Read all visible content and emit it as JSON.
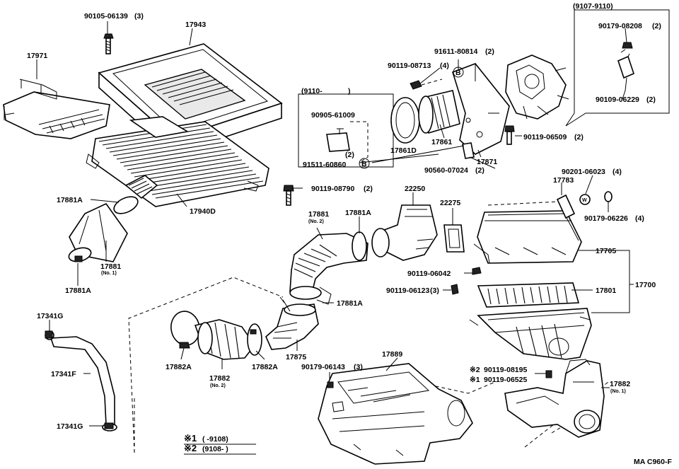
{
  "labels": {
    "p90105_06139": "90105-06139",
    "q3a": "(3)",
    "p17943": "17943",
    "p17971": "17971",
    "p17940D": "17940D",
    "p90119_08790": "90119-08790",
    "q2a": "(2)",
    "p17881A_1": "17881A",
    "p17881_no1": "17881",
    "no1a": "(No. 1)",
    "p17881A_2": "17881A",
    "range9110": "(9110-",
    "range_paren": ")",
    "p90905_61009": "90905-61009",
    "q2b": "(2)",
    "p91511_60860": "91511-60860",
    "bB1": "B",
    "p91611_80814": "91611-80814",
    "q2c": "(2)",
    "p90119_08713": "90119-08713",
    "q4a": "(4)",
    "bB2": "B",
    "p17861D": "17861D",
    "p17861": "17861",
    "p17871": "17871",
    "p90560_07024": "90560-07024",
    "q2d": "(2)",
    "p90119_06509": "90119-06509",
    "q2e": "(2)",
    "range9107": "(9107-9110)",
    "p90179_08208": "90179-08208",
    "q2f": "(2)",
    "p90109_06229": "90109-06229",
    "q2g": "(2)",
    "p90201_06023": "90201-06023",
    "q4b": "(4)",
    "p17783": "17783",
    "bW": "W",
    "p90179_06226": "90179-06226",
    "q4c": "(4)",
    "p22250": "22250",
    "p22275": "22275",
    "p17881_no2": "17881",
    "no2a": "(No. 2)",
    "p17881A_3": "17881A",
    "p17705": "17705",
    "p17700": "17700",
    "p17801": "17801",
    "p90119_06042": "90119-06042",
    "p90119_06123": "90119-06123",
    "q3b": "(3)",
    "p17881A_4": "17881A",
    "p17341G_1": "17341G",
    "p17341F": "17341F",
    "p17341G_2": "17341G",
    "p17882A_1": "17882A",
    "p17882_no2": "17882",
    "no2b": "(No. 2)",
    "p17882A_2": "17882A",
    "p17875": "17875",
    "p17889": "17889",
    "p90179_06143": "90179-06143",
    "q3c": "(3)",
    "star2": "※2",
    "p90119_08195": "90119-08195",
    "star1": "※1",
    "p90119_06525": "90119-06525",
    "p17882_no1": "17882",
    "no1b": "(No. 1)",
    "legend1_mark": "※1",
    "legend1_text": "(       -9108)",
    "legend2_mark": "※2",
    "legend2_text": "(9108-       )",
    "footer": "MA C960-F"
  }
}
